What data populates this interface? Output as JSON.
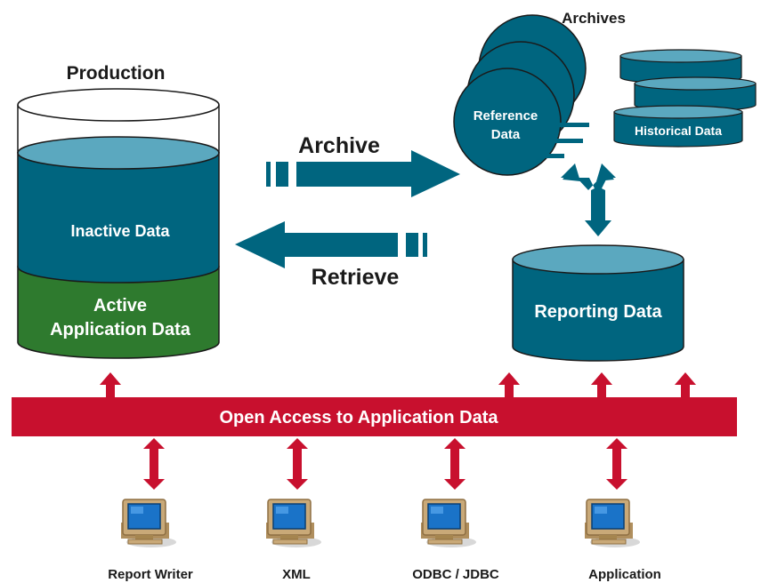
{
  "production": {
    "title": "Production",
    "inactive_label": "Inactive Data",
    "active_label_line1": "Active",
    "active_label_line2": "Application Data"
  },
  "flows": {
    "archive_label": "Archive",
    "retrieve_label": "Retrieve"
  },
  "archives": {
    "title": "Archives",
    "reference_line1": "Reference",
    "reference_line2": "Data",
    "historical_label": "Historical Data"
  },
  "reporting": {
    "label": "Reporting Data"
  },
  "access_bar": {
    "label": "Open Access to Application Data"
  },
  "clients": [
    {
      "label": "Report Writer"
    },
    {
      "label": "XML"
    },
    {
      "label": "ODBC / JDBC"
    },
    {
      "label": "Application"
    }
  ],
  "colors": {
    "teal": "#00657f",
    "teal_top": "#5ba8bf",
    "green": "#2e7a2e",
    "red": "#c8102e",
    "monitor": "#c9a978",
    "screen": "#1a73c8"
  }
}
